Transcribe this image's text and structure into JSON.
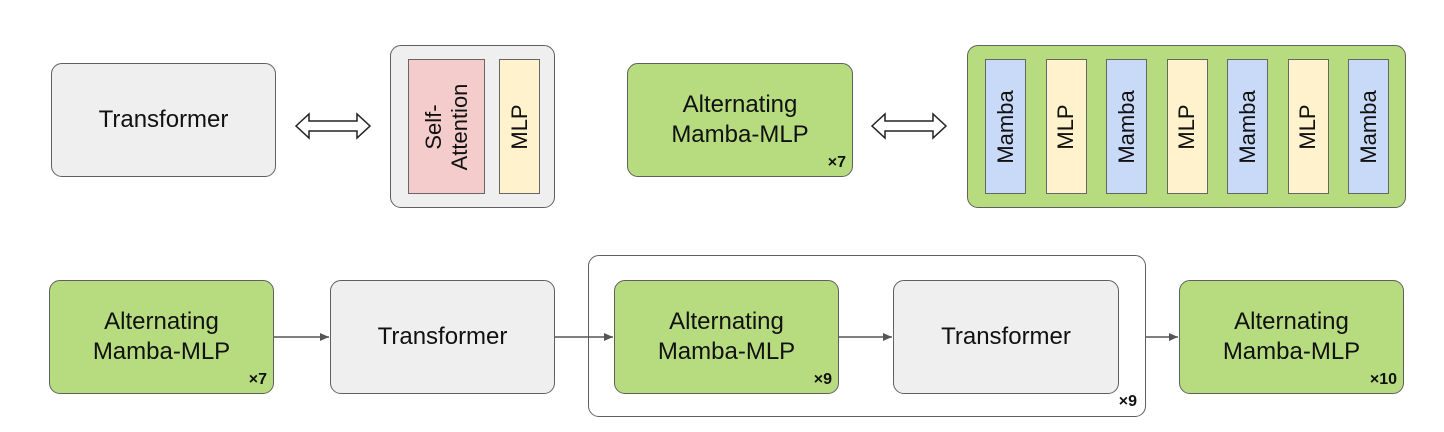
{
  "top_left": {
    "transformer_label": "Transformer",
    "self_attention_label_line1": "Self-",
    "self_attention_label_line2": "Attention",
    "mlp_label": "MLP"
  },
  "top_right": {
    "alternating_line1": "Alternating",
    "alternating_line2": "Mamba-MLP",
    "multiplier": "×7",
    "layers": [
      "Mamba",
      "MLP",
      "Mamba",
      "MLP",
      "Mamba",
      "MLP",
      "Mamba"
    ]
  },
  "bottom": {
    "block1": {
      "line1": "Alternating",
      "line2": "Mamba-MLP",
      "multiplier": "×7"
    },
    "block2": {
      "label": "Transformer"
    },
    "group": {
      "block3": {
        "line1": "Alternating",
        "line2": "Mamba-MLP",
        "multiplier": "×9"
      },
      "block4": {
        "label": "Transformer"
      },
      "multiplier": "×9"
    },
    "block5": {
      "line1": "Alternating",
      "line2": "Mamba-MLP",
      "multiplier": "×10"
    }
  },
  "colors": {
    "green": "#b7dc7f",
    "gray": "#efefef",
    "pink": "#f4cccc",
    "yellow": "#fff2cc",
    "blue": "#c9daf8"
  }
}
